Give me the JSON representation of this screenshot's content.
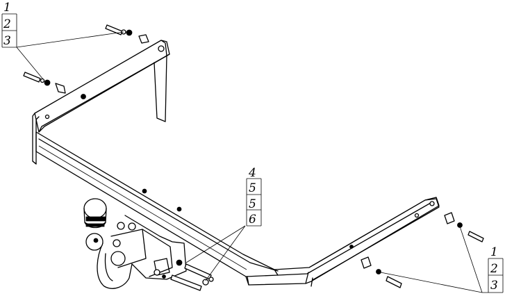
{
  "callouts": {
    "top_left": [
      "1",
      "2",
      "3"
    ],
    "center": [
      "4",
      "5",
      "5",
      "6"
    ],
    "bottom_right": [
      "1",
      "2",
      "3"
    ]
  }
}
